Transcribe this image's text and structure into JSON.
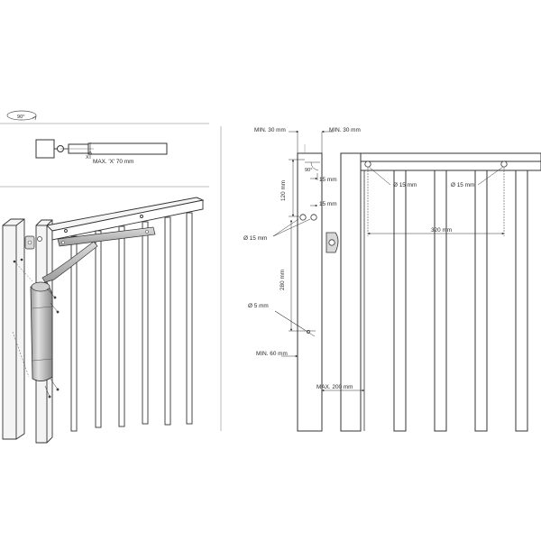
{
  "rotation": {
    "label": "90°"
  },
  "left_detail": {
    "max_x": "MAX. 'X' 70 mm",
    "x_mark": "X"
  },
  "right_detail": {
    "min_top_left": "MIN. 30 mm",
    "min_top_right": "MIN. 30 mm",
    "angle": "90°",
    "dim_120": "120 mm",
    "dim_15a": "15 mm",
    "dim_15b": "15 mm",
    "dia_15_left": "Ø 15 mm",
    "dim_280": "280 mm",
    "dia_5": "Ø 5 mm",
    "min_60": "MIN. 60 mm",
    "max_200": "MAX. 200 mm",
    "dia_15_rail_a": "Ø 15 mm",
    "dia_15_rail_b": "Ø 15 mm",
    "dim_320": "320 mm"
  }
}
